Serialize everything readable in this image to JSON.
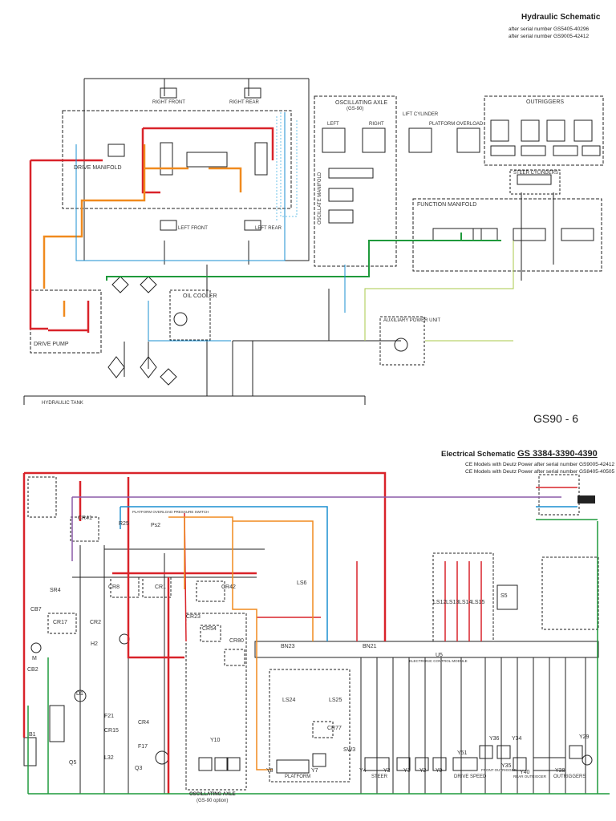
{
  "hydraulic": {
    "title": "Hydraulic Schematic",
    "serial_1": "after serial number GS5405-40296",
    "serial_2": "after serial number GS9005-42412",
    "labels": {
      "drive_manifold": "DRIVE MANIFOLD",
      "drive_pump": "DRIVE PUMP",
      "hydraulic_tank": "HYDRAULIC TANK",
      "oil_cooler": "OIL COOLER",
      "oscillating_axle": "OSCILLATING AXLE",
      "oscillating_axle_option": "(GS-90)",
      "oscillate_manifold": "OSCILLATE MANIFOLD",
      "function_manifold": "FUNCTION MANIFOLD",
      "outriggers": "OUTRIGGERS",
      "steer_cylinders": "STEER CYLINDERS",
      "auxiliary_power_unit": "AUXILIARY POWER UNIT",
      "lift_cylinder": "LIFT CYLINDER",
      "platform_overload": "PLATFORM OVERLOAD",
      "right_front": "RIGHT FRONT",
      "right_rear": "RIGHT REAR",
      "left_front": "LEFT FRONT",
      "left_rear": "LEFT REAR",
      "left": "LEFT",
      "right": "RIGHT"
    }
  },
  "model": "GS90 - 6",
  "electrical": {
    "title_prefix": "Electrical Schematic ",
    "title_model": "GS 3384-3390-4390",
    "serial_1": "CE Models with Deutz Power after serial number GS9005-42412",
    "serial_2": "CE Models with Deutz Power after serial number GS8405-40505",
    "labels": {
      "oscillating_axle": "OSCILLATING AXLE",
      "oscillating_axle_option": "(GS-90 option)",
      "platform_overload_switch": "PLATFORM OVERLOAD PRESSURE SWITCH",
      "ecm": "ELECTRONIC CONTROL MODULE",
      "u5": "U5",
      "bn23": "BN23",
      "bn21": "BN21",
      "outriggers": "OUTRIGGERS",
      "platform": "PLATFORM",
      "steer": "STEER",
      "drive_speed": "DRIVE SPEED",
      "front_outrigger": "FRONT OUTRIGGER",
      "rear_outrigger": "REAR OUTRIGGER",
      "components": [
        "CR41",
        "CR8",
        "CR1",
        "CR42",
        "CR23",
        "CR54",
        "CR80",
        "CR77",
        "SR4",
        "CR17",
        "CR2",
        "CB7",
        "CB2",
        "D1",
        "F21",
        "CR15",
        "CR4",
        "F17",
        "LS24",
        "LS25",
        "LS12",
        "LS13",
        "LS14",
        "LS15",
        "S5",
        "Y51",
        "Y36",
        "Y34",
        "Y35",
        "Y40",
        "Y38",
        "Y29",
        "Y8",
        "Y7",
        "Y4",
        "Y3",
        "Y1",
        "Y2",
        "Y9",
        "Y10",
        "SW3",
        "LS6",
        "R25",
        "Ps2",
        "H2",
        "B1",
        "Q3",
        "Q5",
        "L32",
        "M"
      ]
    }
  },
  "colors": {
    "red": "#d9232a",
    "orange": "#f08a1e",
    "green": "#1f9a3c",
    "blue": "#1a8fd0",
    "light_blue": "#6fc3e8",
    "purple": "#8a5aa8",
    "yellow_green": "#a8c84a",
    "black": "#222222"
  }
}
